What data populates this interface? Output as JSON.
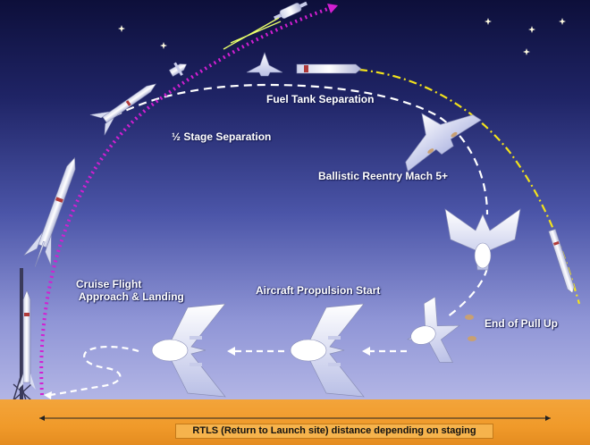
{
  "labels": {
    "fuel_tank_separation": "Fuel Tank Separation",
    "half_stage_separation": "½ Stage Separation",
    "ballistic_reentry": "Ballistic Reentry Mach 5+",
    "cruise_flight": "Cruise Flight\n Approach & Landing",
    "aircraft_propulsion_start": "Aircraft Propulsion Start",
    "end_of_pull_up": "End of Pull Up",
    "rtls": "RTLS (Return to Launch site) distance depending on staging"
  },
  "colors": {
    "ascent_path": "#d21fd2",
    "return_path": "#ffffff",
    "tank_path": "#f2e21c",
    "ground": "#f09a2a"
  },
  "icons": [
    "moon-icon",
    "star-icon",
    "rocket-icon",
    "spaceplane-icon",
    "launch-tower-icon"
  ]
}
